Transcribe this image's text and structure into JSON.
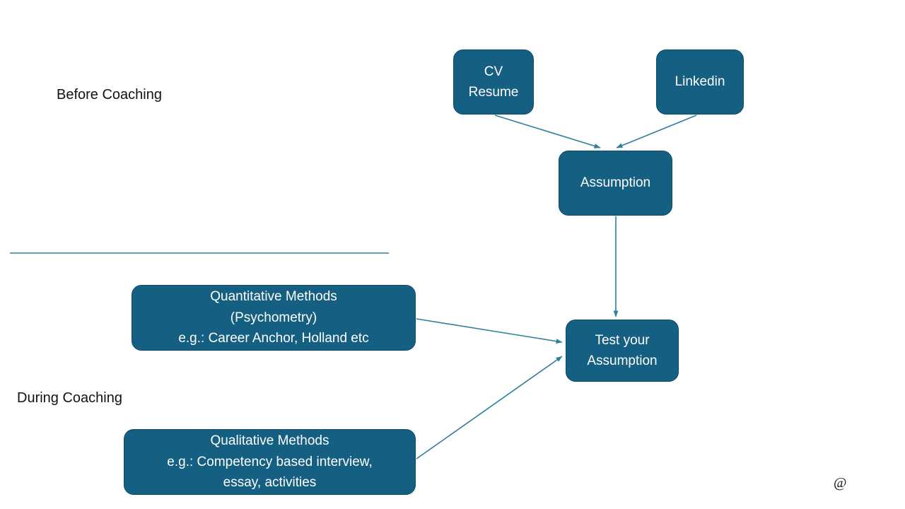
{
  "slide": {
    "section_labels": {
      "before": "Before Coaching",
      "during": "During Coaching"
    },
    "watermark": "@"
  },
  "nodes": {
    "cv_resume": {
      "lines": [
        "CV",
        "Resume"
      ]
    },
    "linkedin": {
      "label": "Linkedin"
    },
    "assumption": {
      "label": "Assumption"
    },
    "test_assumption": {
      "lines": [
        "Test your",
        "Assumption"
      ]
    },
    "quantitative_methods": {
      "lines": [
        "Quantitative Methods",
        "(Psychometry)",
        "e.g.: Career Anchor, Holland etc"
      ]
    },
    "qualitative_methods": {
      "lines": [
        "Qualitative Methods",
        "e.g.: Competency based interview,",
        "essay, activities"
      ]
    }
  },
  "colors": {
    "node_fill": "#156082",
    "node_border": "#0c4a66",
    "node_text": "#ffffff",
    "connector": "#2e7f9e",
    "label_text": "#121212"
  }
}
